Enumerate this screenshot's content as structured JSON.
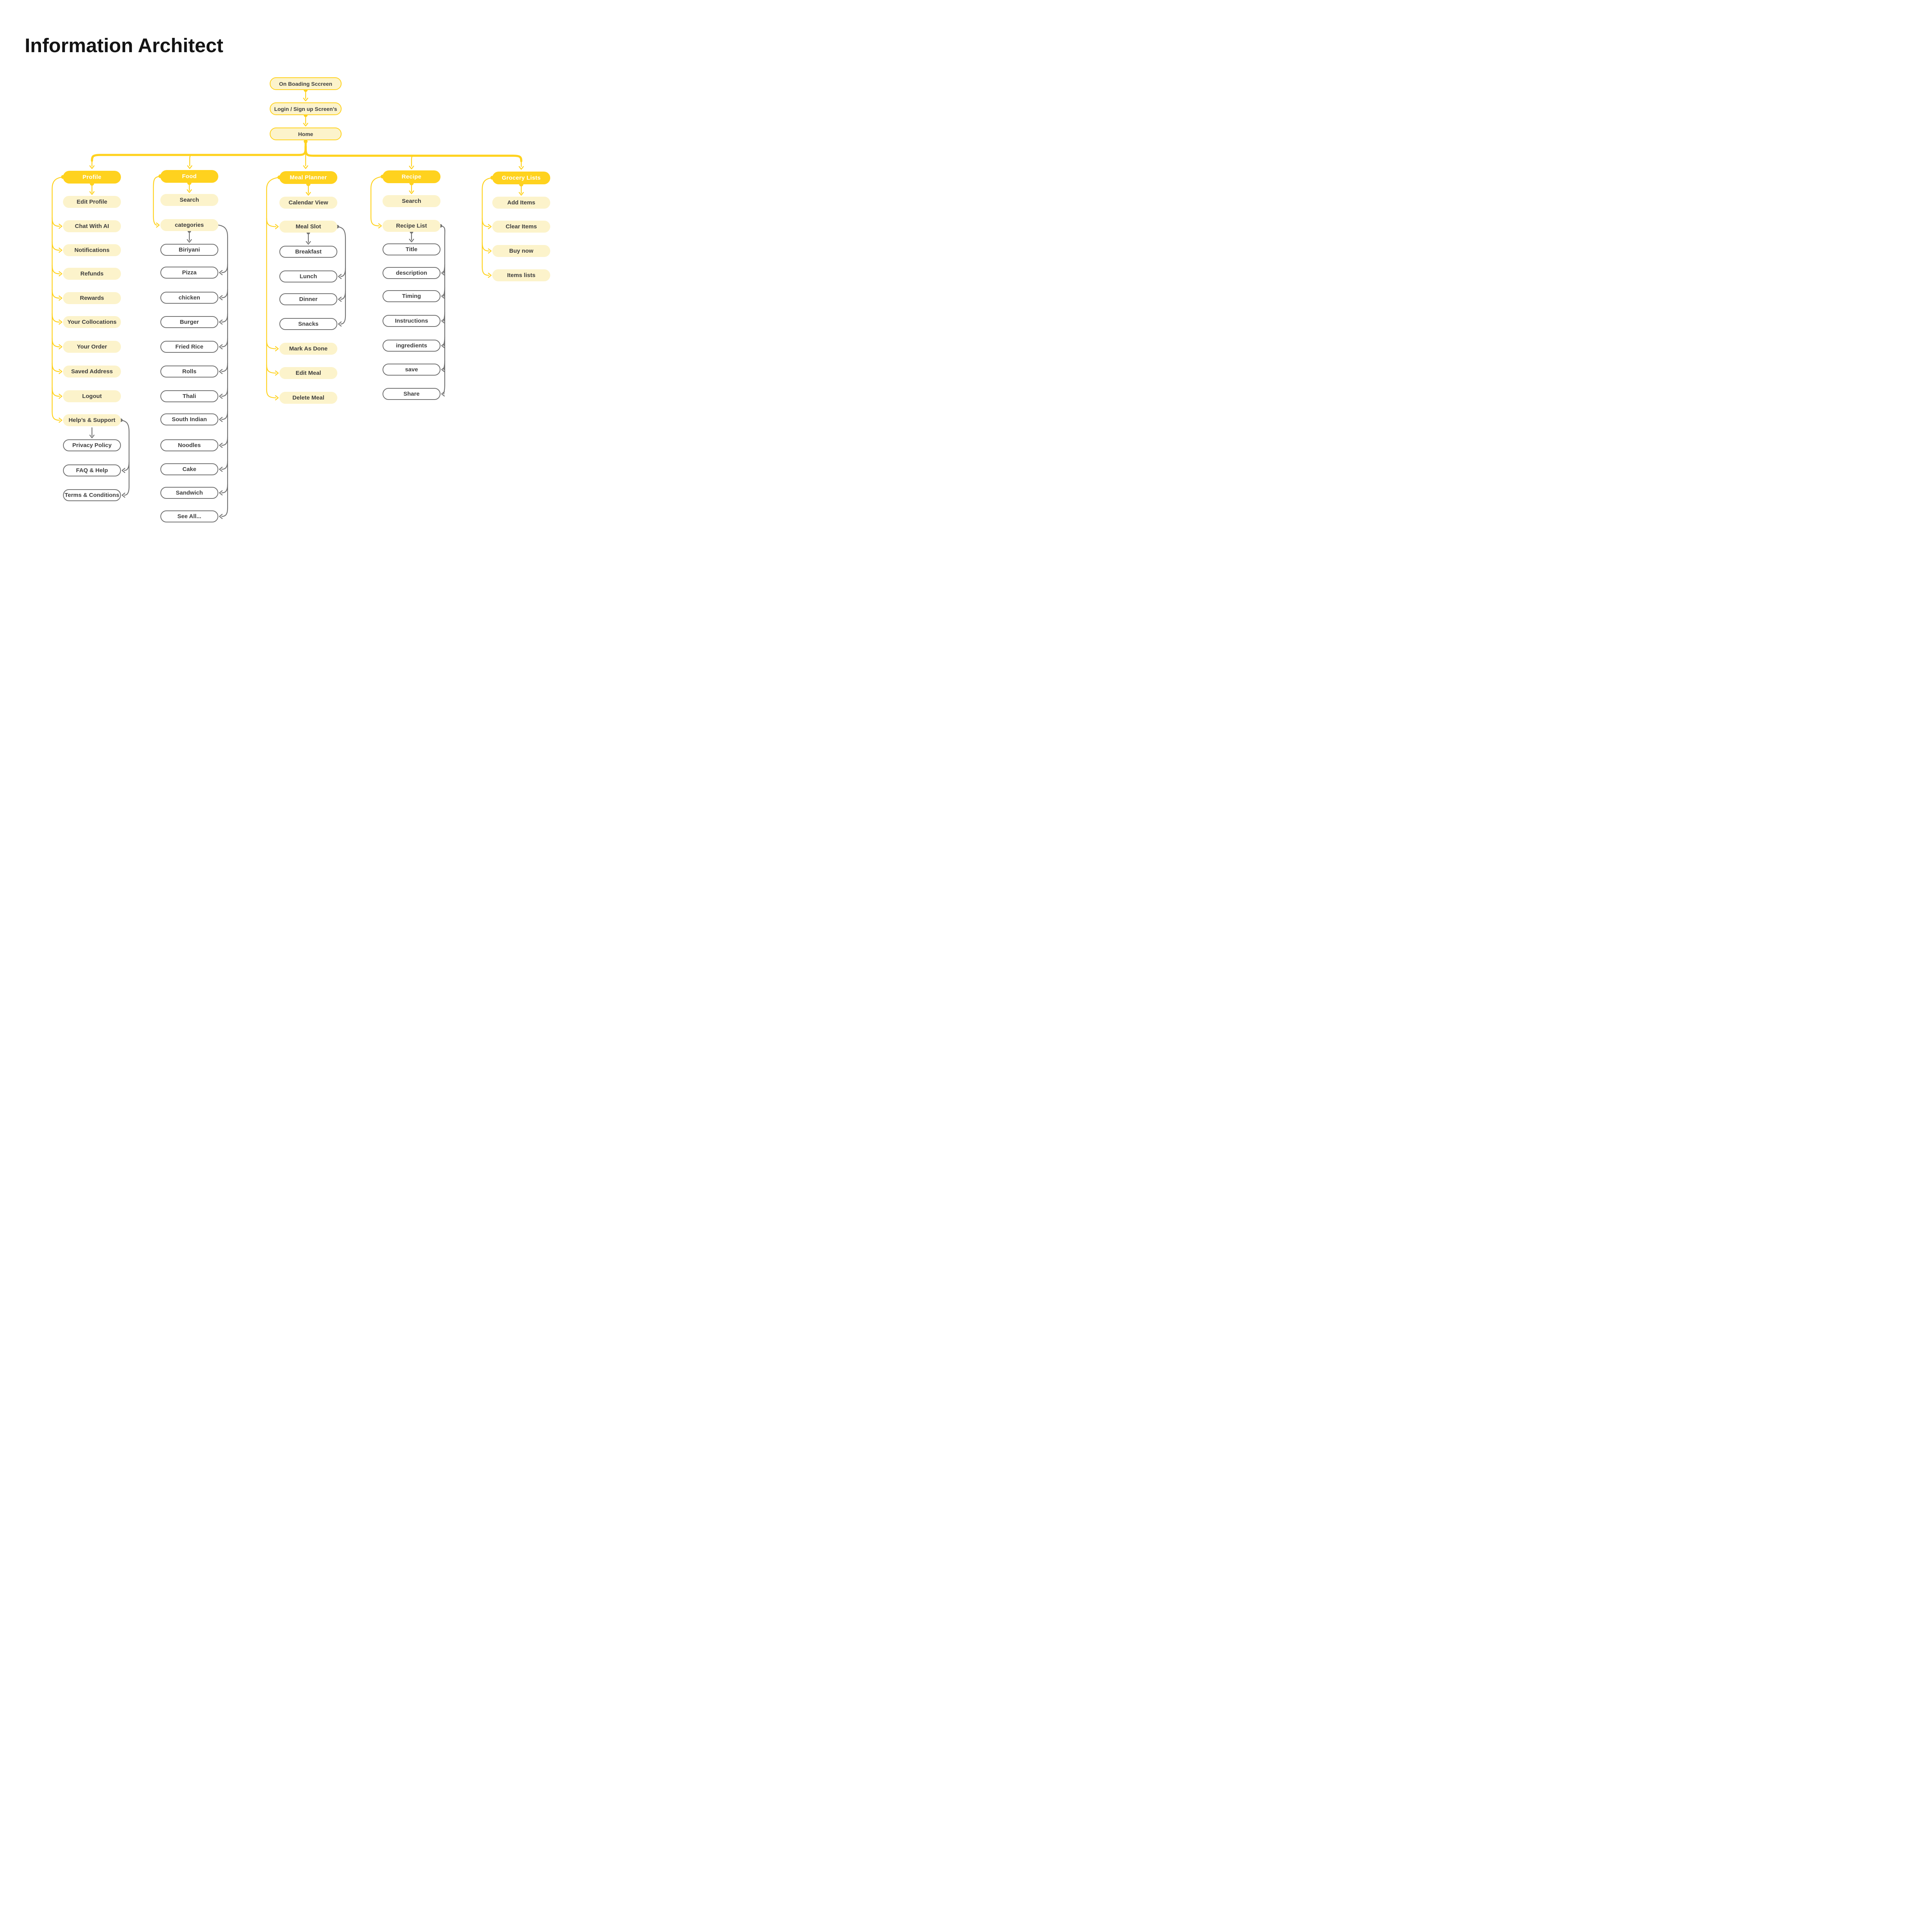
{
  "title": "Information Architect",
  "colors": {
    "accent_yellow": "#FFD21E",
    "pale_yellow_fill": "#FCF3CB",
    "outline_gray": "#707070",
    "text_dark": "#3D3D3D",
    "header_text": "#FFFFFF"
  },
  "entry_flow": [
    {
      "label": "On Boading Sccreen"
    },
    {
      "label": "Login / Sign up  Screen’s"
    },
    {
      "label": "Home"
    }
  ],
  "sections": [
    {
      "label": "Profile",
      "items": [
        {
          "label": "Edit Profile",
          "type": "sub"
        },
        {
          "label": "Chat With AI",
          "type": "sub"
        },
        {
          "label": "Notifications",
          "type": "sub"
        },
        {
          "label": "Refunds",
          "type": "sub"
        },
        {
          "label": "Rewards",
          "type": "sub"
        },
        {
          "label": "Your Collocations",
          "type": "sub"
        },
        {
          "label": "Your Order",
          "type": "sub"
        },
        {
          "label": "Saved Address",
          "type": "sub"
        },
        {
          "label": "Logout",
          "type": "sub"
        },
        {
          "label": "Help’s & Support",
          "type": "sub"
        },
        {
          "label": "Privacy Policy",
          "type": "leaf"
        },
        {
          "label": "FAQ & Help",
          "type": "leaf"
        },
        {
          "label": "Terms & Conditions",
          "type": "leaf"
        }
      ]
    },
    {
      "label": "Food",
      "items": [
        {
          "label": "Search",
          "type": "sub"
        },
        {
          "label": "categories",
          "type": "sub"
        },
        {
          "label": "Biriyani",
          "type": "leaf"
        },
        {
          "label": "Pizza",
          "type": "leaf"
        },
        {
          "label": "chicken",
          "type": "leaf"
        },
        {
          "label": "Burger",
          "type": "leaf"
        },
        {
          "label": "Fried Rice",
          "type": "leaf"
        },
        {
          "label": "Rolls",
          "type": "leaf"
        },
        {
          "label": "Thali",
          "type": "leaf"
        },
        {
          "label": "South Indian",
          "type": "leaf"
        },
        {
          "label": "Noodles",
          "type": "leaf"
        },
        {
          "label": "Cake",
          "type": "leaf"
        },
        {
          "label": "Sandwich",
          "type": "leaf"
        },
        {
          "label": "See All...",
          "type": "leaf"
        }
      ]
    },
    {
      "label": "Meal Planner",
      "items": [
        {
          "label": "Calendar View",
          "type": "sub"
        },
        {
          "label": "Meal Slot",
          "type": "sub"
        },
        {
          "label": "Breakfast",
          "type": "leaf"
        },
        {
          "label": "Lunch",
          "type": "leaf"
        },
        {
          "label": "Dinner",
          "type": "leaf"
        },
        {
          "label": "Snacks",
          "type": "leaf"
        },
        {
          "label": "Mark As Done",
          "type": "sub"
        },
        {
          "label": "Edit Meal",
          "type": "sub"
        },
        {
          "label": "Delete Meal",
          "type": "sub"
        }
      ]
    },
    {
      "label": "Recipe",
      "items": [
        {
          "label": "Search",
          "type": "sub"
        },
        {
          "label": "Recipe List",
          "type": "sub"
        },
        {
          "label": "Title",
          "type": "leaf"
        },
        {
          "label": "description",
          "type": "leaf"
        },
        {
          "label": "Timing",
          "type": "leaf"
        },
        {
          "label": "Instructions",
          "type": "leaf"
        },
        {
          "label": "ingredients",
          "type": "leaf"
        },
        {
          "label": "save",
          "type": "leaf"
        },
        {
          "label": "Share",
          "type": "leaf"
        }
      ]
    },
    {
      "label": "Grocery Lists",
      "items": [
        {
          "label": "Add Items",
          "type": "sub"
        },
        {
          "label": "Clear Items",
          "type": "sub"
        },
        {
          "label": "Buy now",
          "type": "sub"
        },
        {
          "label": "Items lists",
          "type": "sub"
        }
      ]
    }
  ]
}
